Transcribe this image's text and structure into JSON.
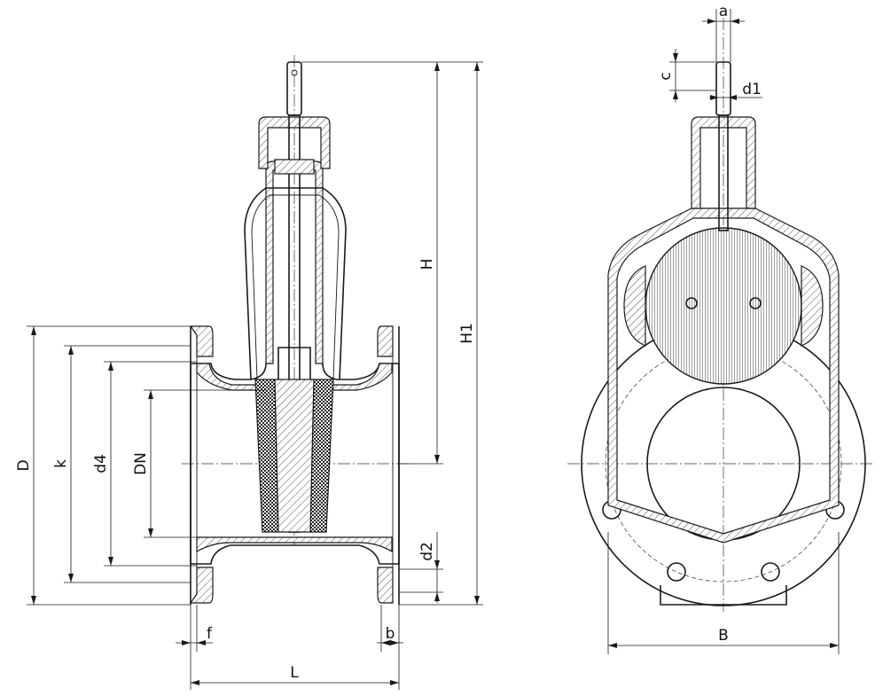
{
  "dimensions": {
    "side": {
      "D": "D",
      "k": "k",
      "d4": "d4",
      "DN": "DN",
      "H": "H",
      "H1": "H1",
      "d2": "d2",
      "f": "f",
      "b": "b",
      "L": "L"
    },
    "front": {
      "a": "a",
      "c": "c",
      "d1": "d1",
      "B": "B"
    }
  },
  "colors": {
    "line": "#1a1a1a",
    "background": "#ffffff"
  }
}
